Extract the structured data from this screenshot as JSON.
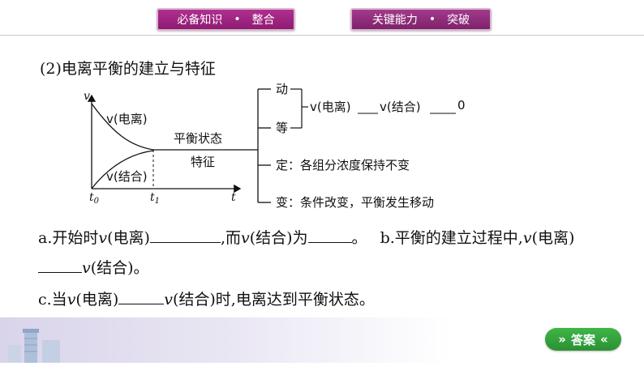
{
  "header": {
    "left_tab": {
      "left": "必备知识",
      "dot": "•",
      "right": "整合"
    },
    "right_tab": {
      "left": "关键能力",
      "dot": "•",
      "right": "突破"
    }
  },
  "section_title": "(2)电离平衡的建立与特征",
  "diagram": {
    "y_axis": "v",
    "x_t0": "t",
    "x_t0_sub": "0",
    "x_t1": "t",
    "x_t1_sub": "1",
    "x_axis_end": "t",
    "curve_top_label": "v(电离)",
    "curve_bottom_label": "v(结合)",
    "state_label": "平衡状态",
    "feature_label": "特征",
    "bracket_items": {
      "dong": "动",
      "deng": "等",
      "ding": "定：各组分浓度保持不变",
      "bian": "变：条件改变，平衡发生移动"
    },
    "bracket_formula": {
      "a": "v(电离)",
      "b": "v(结合)",
      "c": "0"
    }
  },
  "questions": {
    "a_prefix": "a.开始时",
    "a_v1": "v",
    "a_t1": "(电离)",
    "a_mid": ",而",
    "a_v2": "v",
    "a_t2": "(结合)为",
    "a_end": "。",
    "b_prefix": "b.平衡的建立过程中,",
    "b_v1": "v",
    "b_t1": "(电离)",
    "b_v2": "v",
    "b_t2": "(结合)。",
    "c_prefix": "c.当",
    "c_v1": "v",
    "c_t1": "(电离)",
    "c_v2": "v",
    "c_t2": "(结合)时,电离达到平衡状态。"
  },
  "answer_button": {
    "arrows_left": "»",
    "label": "答案",
    "arrows_right": "«"
  }
}
